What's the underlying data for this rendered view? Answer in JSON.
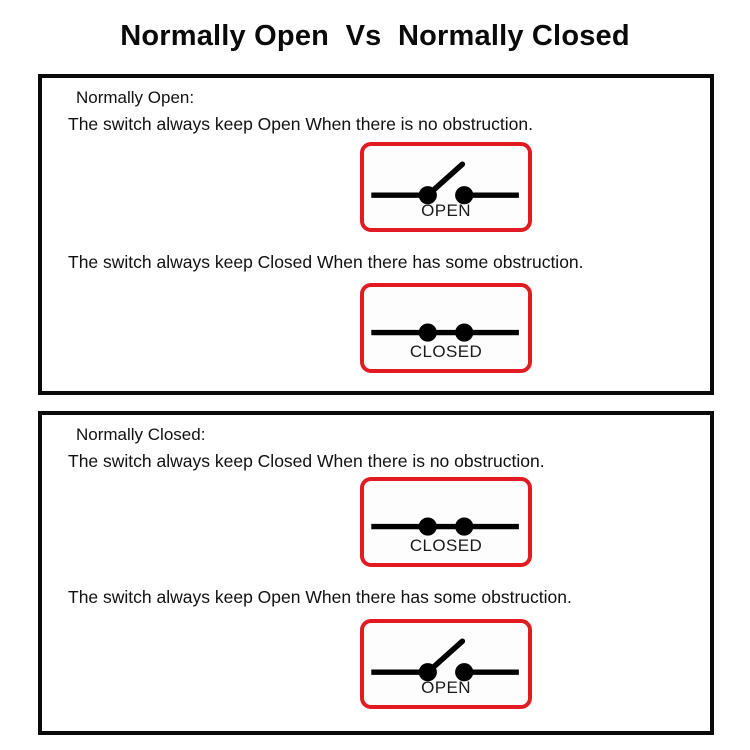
{
  "title": "Normally Open  Vs  Normally Closed",
  "colors": {
    "symbol_border_red": "#e21b22",
    "panel_border_black": "#0a0a0a",
    "text_black": "#111111",
    "background_white": "#ffffff"
  },
  "panels": [
    {
      "id": "normally-open",
      "heading": "Normally Open:",
      "lines": [
        "The switch always keep Open When there is no obstruction.",
        "The switch always keep Closed When there has some obstruction."
      ],
      "symbols": [
        {
          "id": "open",
          "label": "OPEN",
          "state": "open"
        },
        {
          "id": "closed",
          "label": "CLOSED",
          "state": "closed"
        }
      ]
    },
    {
      "id": "normally-closed",
      "heading": "Normally Closed:",
      "lines": [
        "The switch always keep Closed When there is no obstruction.",
        "The switch always keep Open When there has some obstruction."
      ],
      "symbols": [
        {
          "id": "closed",
          "label": "CLOSED",
          "state": "closed"
        },
        {
          "id": "open",
          "label": "OPEN",
          "state": "open"
        }
      ]
    }
  ]
}
